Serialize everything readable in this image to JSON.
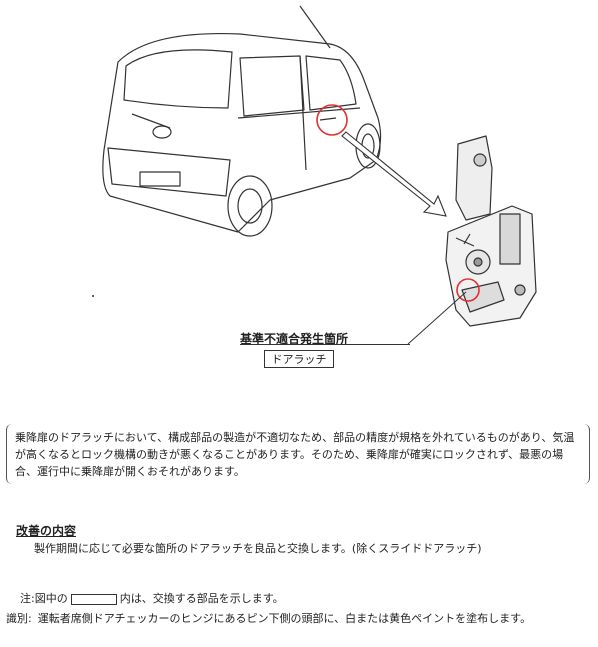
{
  "caption": {
    "title": "基準不適合発生箇所",
    "part": "ドアラッチ"
  },
  "description": "乗降扉のドアラッチにおいて、構成部品の製造が不適切なため、部品の精度が規格を外れているものがあり、気温が高くなるとロック機構の動きが悪くなることがあります。そのため、乗降扉が確実にロックされず、最悪の場合、運行中に乗降扉が開くおそれがあります。",
  "improvement": {
    "title": "改善の内容",
    "body": "製作期間に応じて必要な箇所のドアラッチを良品と交換します。(除くスライドドアラッチ)"
  },
  "note": {
    "prefix": "注:図中の",
    "suffix": "内は、交換する部品を示します。"
  },
  "identification": {
    "label": "識別:",
    "body": "運転者席側ドアチェッカーのヒンジにあるピン下側の頭部に、白または黄色ペイントを塗布します。"
  },
  "colors": {
    "highlight_circle": "#e03030",
    "line_art": "#333333"
  }
}
